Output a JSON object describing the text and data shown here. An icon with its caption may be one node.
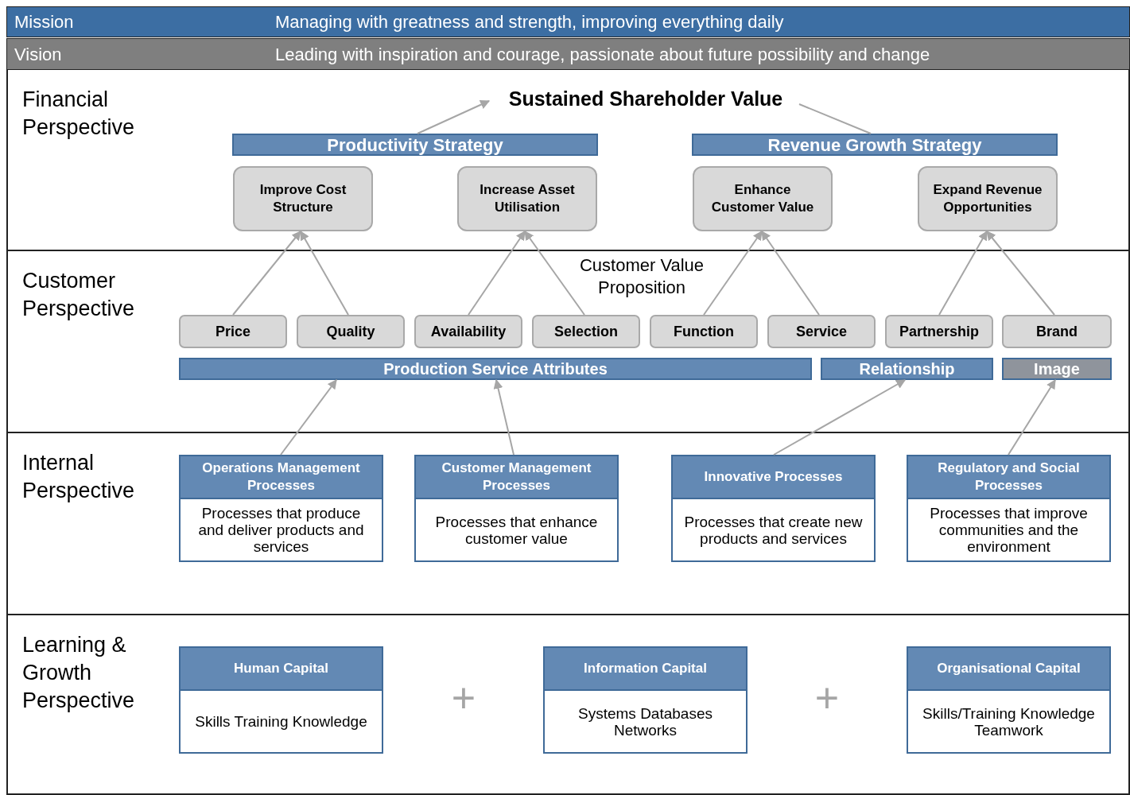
{
  "diagram": {
    "nodes": [
      {
        "text": [
          "Mission",
          "Managing with greatness and strength, improving everything daily"
        ]
      },
      {
        "text": [
          "Vision",
          "Leading with inspiration and courage, passionate about future possibility and change"
        ]
      },
      {
        "text": [
          "Financial Perspective"
        ]
      },
      {
        "text": [
          "Sustained Shareholder Value"
        ],
        "in": 2
      },
      {
        "text": [
          "Productivity Strategy"
        ],
        "in": 2
      },
      {
        "text": [
          "Revenue Growth Strategy"
        ],
        "in": 2
      },
      {
        "text": [
          "Improve Cost Structure"
        ],
        "in": 2
      },
      {
        "text": [
          "Increase Asset Utilisation"
        ],
        "in": 2
      },
      {
        "text": [
          "Enhance Customer Value"
        ],
        "in": 2
      },
      {
        "text": [
          "Expand Revenue Opportunities"
        ],
        "in": 2
      },
      {
        "text": [
          "Customer Perspective"
        ]
      },
      {
        "text": [
          "Price"
        ],
        "in": 10
      },
      {
        "text": [
          "Quality"
        ],
        "in": 10
      },
      {
        "text": [
          "Availability"
        ],
        "in": 10
      },
      {
        "text": [
          "Selection"
        ],
        "in": 10
      },
      {
        "text": [
          "Function"
        ],
        "in": 10
      },
      {
        "text": [
          "Service"
        ],
        "in": 10
      },
      {
        "text": [
          "Partnership"
        ],
        "in": 10
      },
      {
        "text": [
          "Brand"
        ],
        "in": 10
      },
      {
        "text": [
          "Production Service Attributes"
        ],
        "in": 10
      },
      {
        "text": [
          "Relationship"
        ],
        "in": 10
      },
      {
        "text": [
          "Image"
        ],
        "in": 10
      },
      {
        "text": [
          "Internal Perspective"
        ]
      },
      {
        "text": [
          "Operations Management Processes",
          "Processes that produce and deliver products and services"
        ],
        "in": 22
      },
      {
        "text": [
          "Customer Management Processes",
          "Processes that enhance customer value"
        ],
        "in": 22
      },
      {
        "text": [
          "Innovative Processes",
          "Processes that create new products and services"
        ],
        "in": 22
      },
      {
        "text": [
          "Regulatory and Social Processes",
          "Processes that improve communities and the environment"
        ],
        "in": 22
      },
      {
        "text": [
          "Learning & Growth Perspective"
        ]
      },
      {
        "text": [
          "Human Capital",
          "Skills Training Knowledge"
        ],
        "in": 27
      },
      {
        "text": [
          "Information Capital",
          "Systems Databases Networks"
        ],
        "in": 27
      },
      {
        "text": [
          "Organisational Capital",
          "Skills/Training Knowledge Teamwork"
        ],
        "in": 27
      }
    ],
    "edges": [
      {
        "from": 4,
        "to": 3,
        "arrow": "to"
      },
      {
        "from": 5,
        "to": 3,
        "arrow": "none"
      },
      {
        "from": 11,
        "to": 6,
        "arrow": "to"
      },
      {
        "from": 12,
        "to": 6,
        "arrow": "to"
      },
      {
        "from": 13,
        "to": 7,
        "arrow": "to"
      },
      {
        "from": 14,
        "to": 7,
        "arrow": "to"
      },
      {
        "from": 15,
        "to": 8,
        "arrow": "to"
      },
      {
        "from": 16,
        "to": 8,
        "arrow": "to"
      },
      {
        "from": 17,
        "to": 9,
        "arrow": "to"
      },
      {
        "from": 18,
        "to": 9,
        "arrow": "to"
      },
      {
        "from": 23,
        "to": 19,
        "arrow": "to"
      },
      {
        "from": 24,
        "to": 19,
        "arrow": "to"
      },
      {
        "from": 25,
        "to": 20,
        "arrow": "to"
      },
      {
        "from": 26,
        "to": 21,
        "arrow": "to"
      }
    ],
    "labels": [
      "Customer Value Proposition",
      "+",
      "+"
    ]
  }
}
